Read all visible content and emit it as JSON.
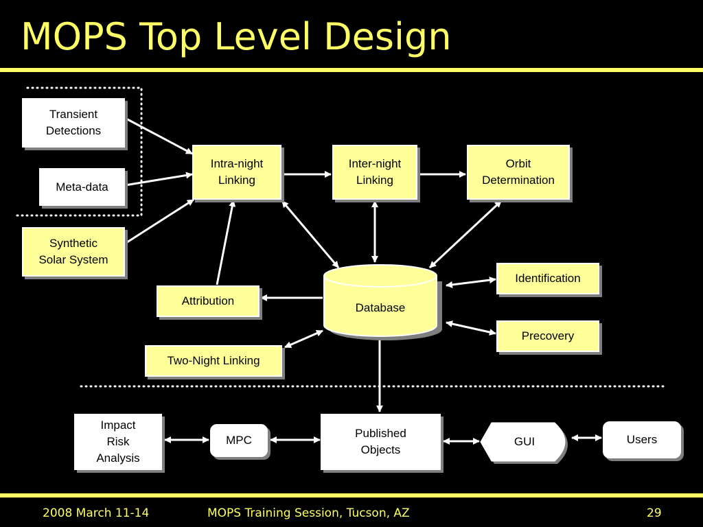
{
  "slide": {
    "title": "MOPS Top Level Design",
    "footer_left": "2008 March 11-14",
    "footer_center": "MOPS Training Session, Tucson, AZ",
    "footer_right": "29"
  },
  "nodes": {
    "transient": "Transient\nDetections",
    "metadata": "Meta-data",
    "synthetic": "Synthetic\nSolar System",
    "intra": "Intra-night\nLinking",
    "inter": "Inter-night\nLinking",
    "orbit": "Orbit\nDetermination",
    "attribution": "Attribution",
    "database": "Database",
    "identification": "Identification",
    "precovery": "Precovery",
    "twonight": "Two-Night Linking",
    "impact": "Impact\nRisk\nAnalysis",
    "mpc": "MPC",
    "published": "Published\nObjects",
    "gui": "GUI",
    "users": "Users"
  },
  "colors": {
    "accent": "#ffff66",
    "box_yellow": "#ffff99",
    "box_white": "#ffffff",
    "shadow": "#7f7f7f",
    "background": "#000000"
  }
}
